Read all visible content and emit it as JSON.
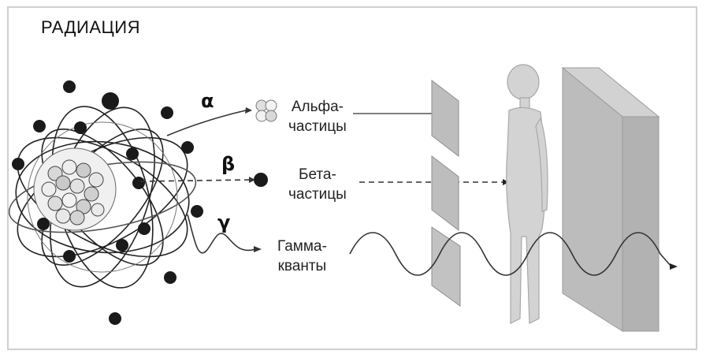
{
  "title": "РАДИАЦИЯ",
  "rays": [
    {
      "symbol": "α",
      "line1": "Альфа-",
      "line2": "частицы"
    },
    {
      "symbol": "β",
      "line1": "Бета-",
      "line2": "частицы"
    },
    {
      "symbol": "γ",
      "line1": "Гамма-",
      "line2": "кванты"
    }
  ],
  "colors": {
    "ink": "#111111",
    "barrier": "#b9b9b9",
    "barrier_dark": "#8e8e8e",
    "person": "#d2d2d2"
  }
}
